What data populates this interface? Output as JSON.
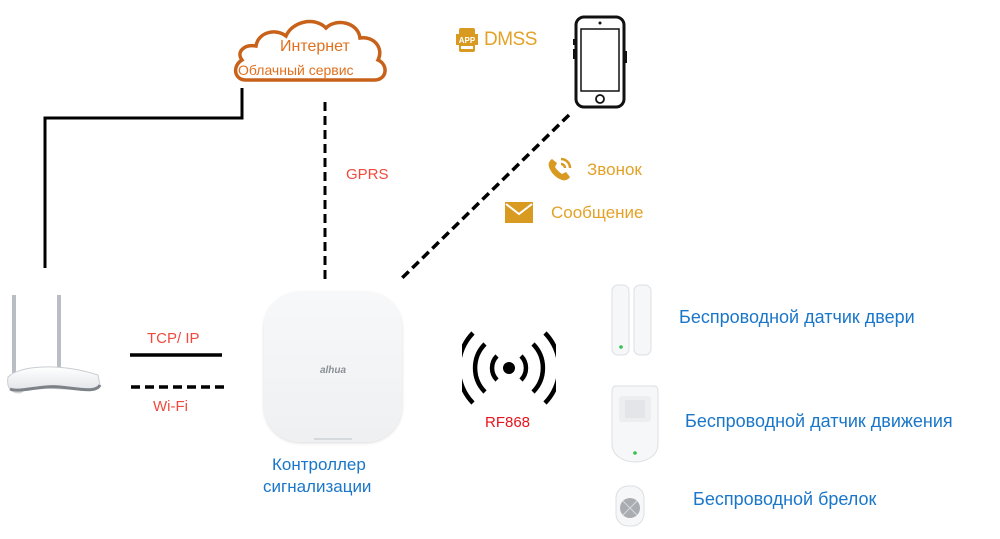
{
  "diagram": {
    "cloud": {
      "line1": "Интернет",
      "line2": "Облачный сервис"
    },
    "app": {
      "badge": "APP",
      "name": "DMSS"
    },
    "links": {
      "gprs": "GPRS",
      "tcpip": "TCP/ IP",
      "wifi": "Wi-Fi",
      "rf": "RF868"
    },
    "notifications": [
      {
        "icon": "phone-call-icon",
        "label": "Звонок"
      },
      {
        "icon": "envelope-icon",
        "label": "Сообщение"
      }
    ],
    "controller": {
      "brand": "alhua",
      "label_line1": "Контроллер",
      "label_line2": "сигнализации"
    },
    "devices": [
      {
        "icon": "door-sensor",
        "label": "Беспроводной датчик двери"
      },
      {
        "icon": "motion-sensor",
        "label": "Беспроводной датчик движения"
      },
      {
        "icon": "key-fob",
        "label": "Беспроводной брелок"
      }
    ],
    "colors": {
      "cloud": "#c8621a",
      "gold": "#e3a227",
      "red": "#f04a3e",
      "blue": "#1a76c9",
      "line": "#000000"
    }
  }
}
